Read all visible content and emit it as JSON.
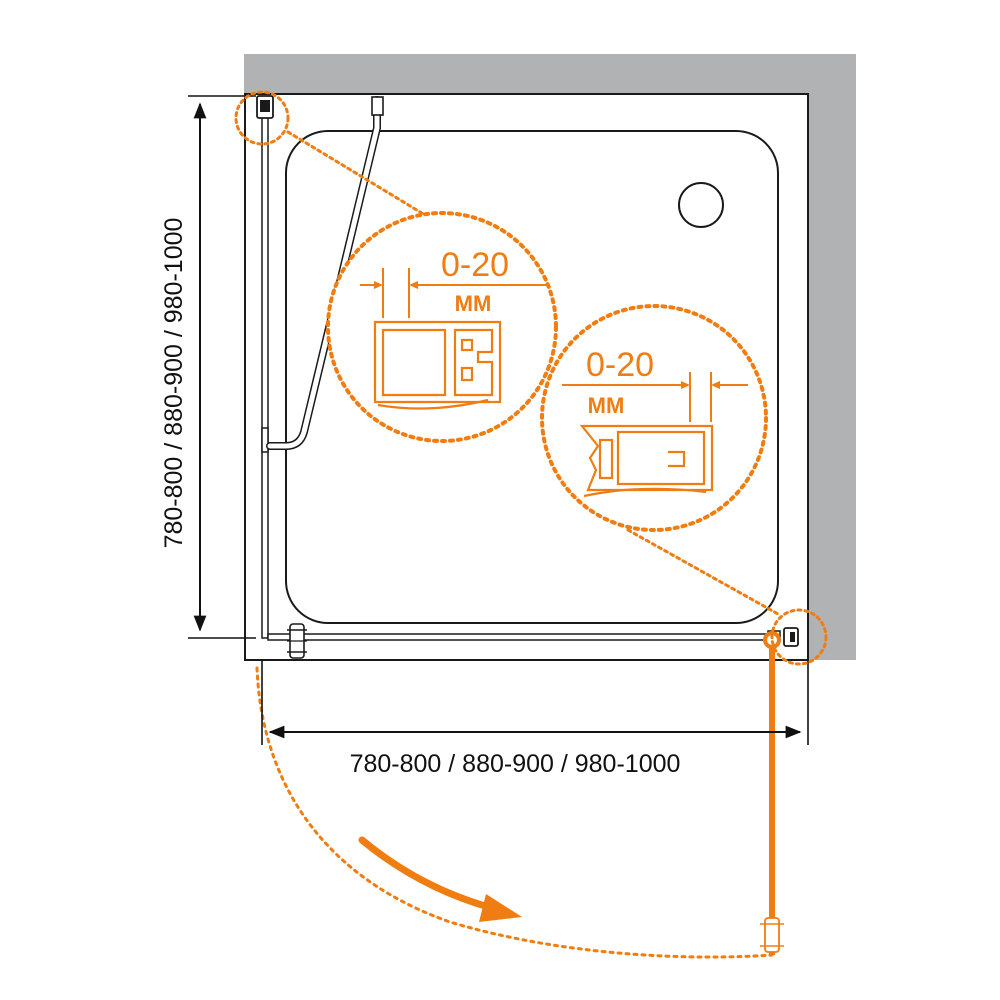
{
  "dimensions": {
    "width_label": "780-800 / 880-900 / 980-1000",
    "height_label": "780-800 / 880-900 / 980-1000"
  },
  "callouts": {
    "left": {
      "range": "0-20",
      "unit": "ММ"
    },
    "right": {
      "range": "0-20",
      "unit": "ММ"
    }
  },
  "colors": {
    "accent": "#f07d12",
    "wall": "#b1b2b4",
    "outline": "#1a1a1a"
  }
}
